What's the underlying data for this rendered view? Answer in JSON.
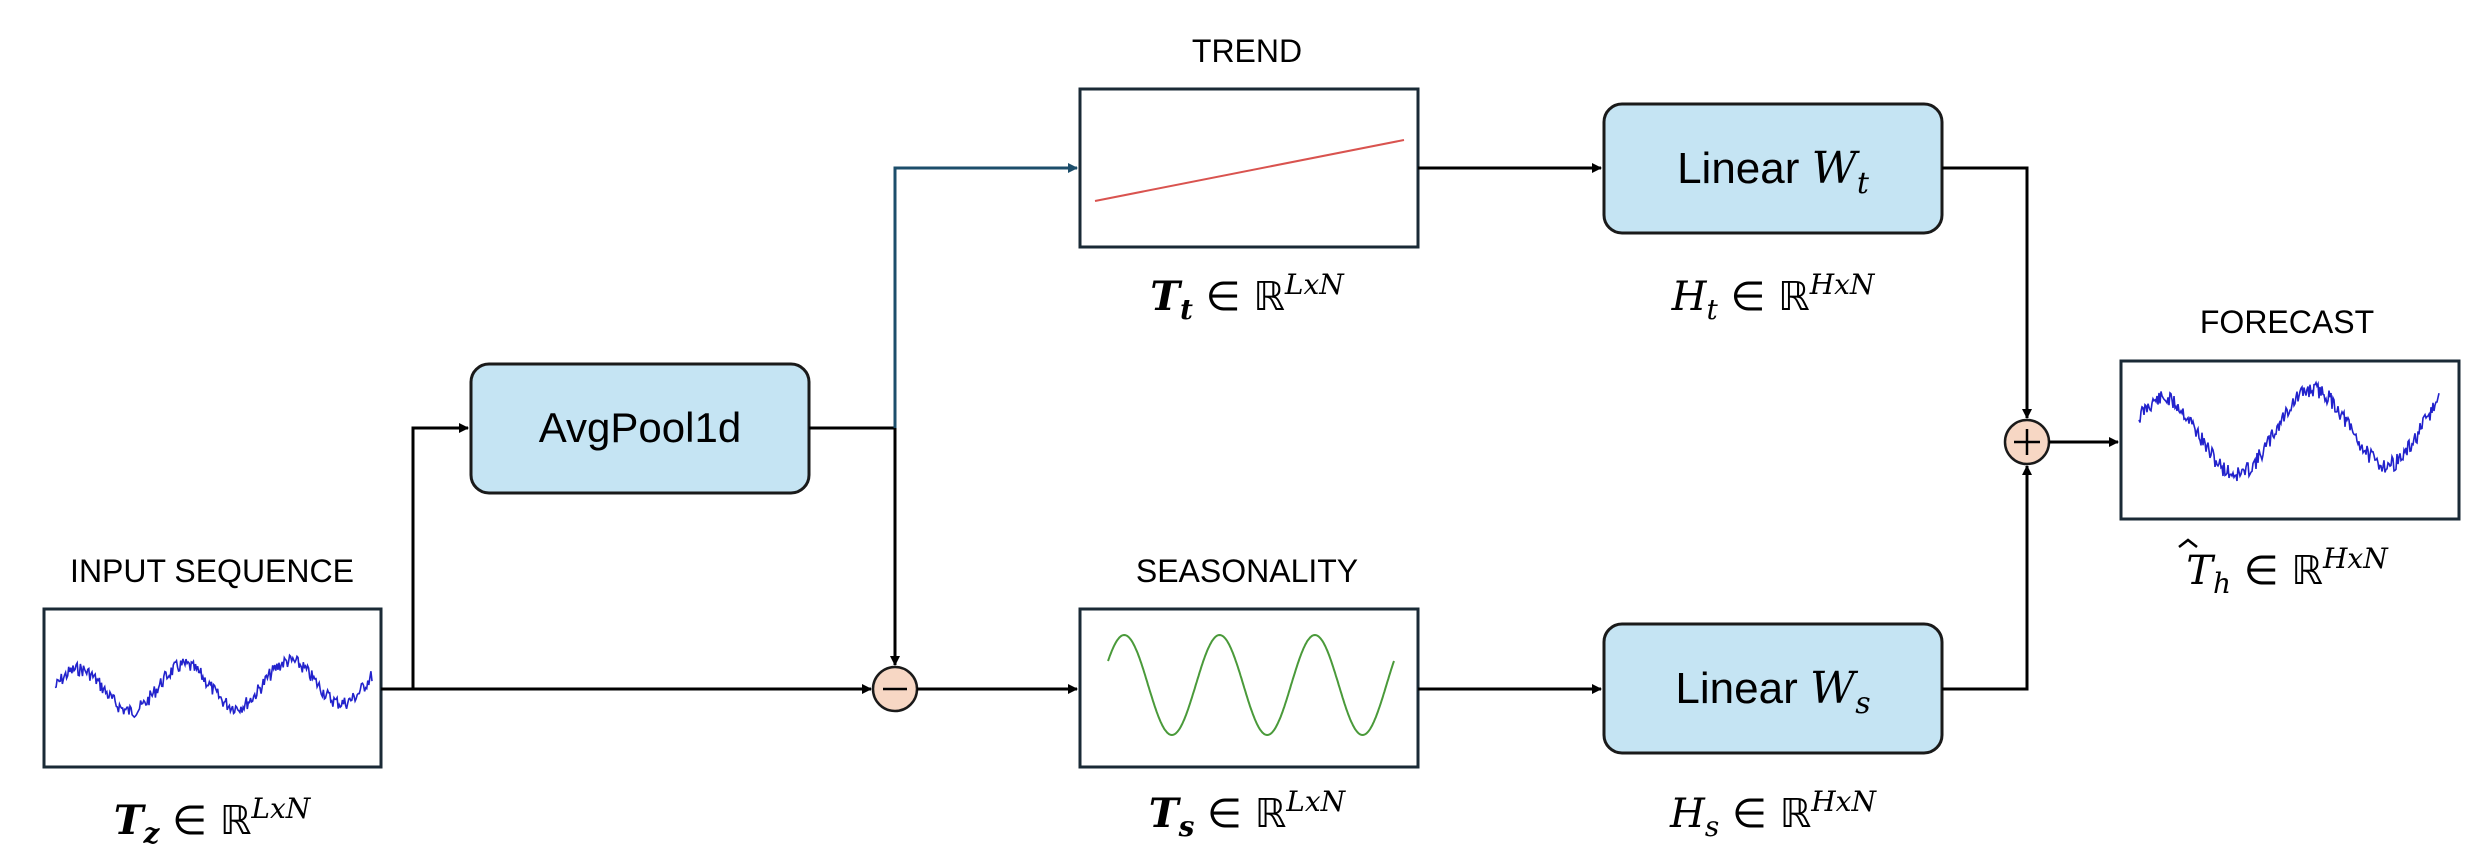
{
  "labels": {
    "input": "INPUT SEQUENCE",
    "trend": "TREND",
    "seasonality": "SEASONALITY",
    "forecast": "FORECAST"
  },
  "blocks": {
    "avgpool": "AvgPool1d",
    "linear_prefix": "Linear",
    "linear_t_sym": "W",
    "linear_t_sub": "t",
    "linear_s_sym": "W",
    "linear_s_sub": "s"
  },
  "math": {
    "elem": "∈",
    "reals": "ℝ",
    "Tz": {
      "sym": "T",
      "sub": "z",
      "sup": "LxN"
    },
    "Tt": {
      "sym": "T",
      "sub": "t",
      "sup": "LxN"
    },
    "Ts": {
      "sym": "T",
      "sub": "s",
      "sup": "LxN"
    },
    "Ht": {
      "sym": "H",
      "sub": "t",
      "sup": "HxN"
    },
    "Hs": {
      "sym": "H",
      "sub": "s",
      "sup": "HxN"
    },
    "Th": {
      "sym": "T",
      "sub": "h",
      "sup": "HxN"
    }
  },
  "operators": {
    "minus": "−",
    "plus": "+"
  },
  "colors": {
    "block_fill": "#c5e4f3",
    "op_fill": "#f7d7c4",
    "signal_blue": "#2222cc",
    "trend_red": "#d9534f",
    "season_green": "#4a9a3a",
    "trend_arrow": "#1d4e6b"
  }
}
